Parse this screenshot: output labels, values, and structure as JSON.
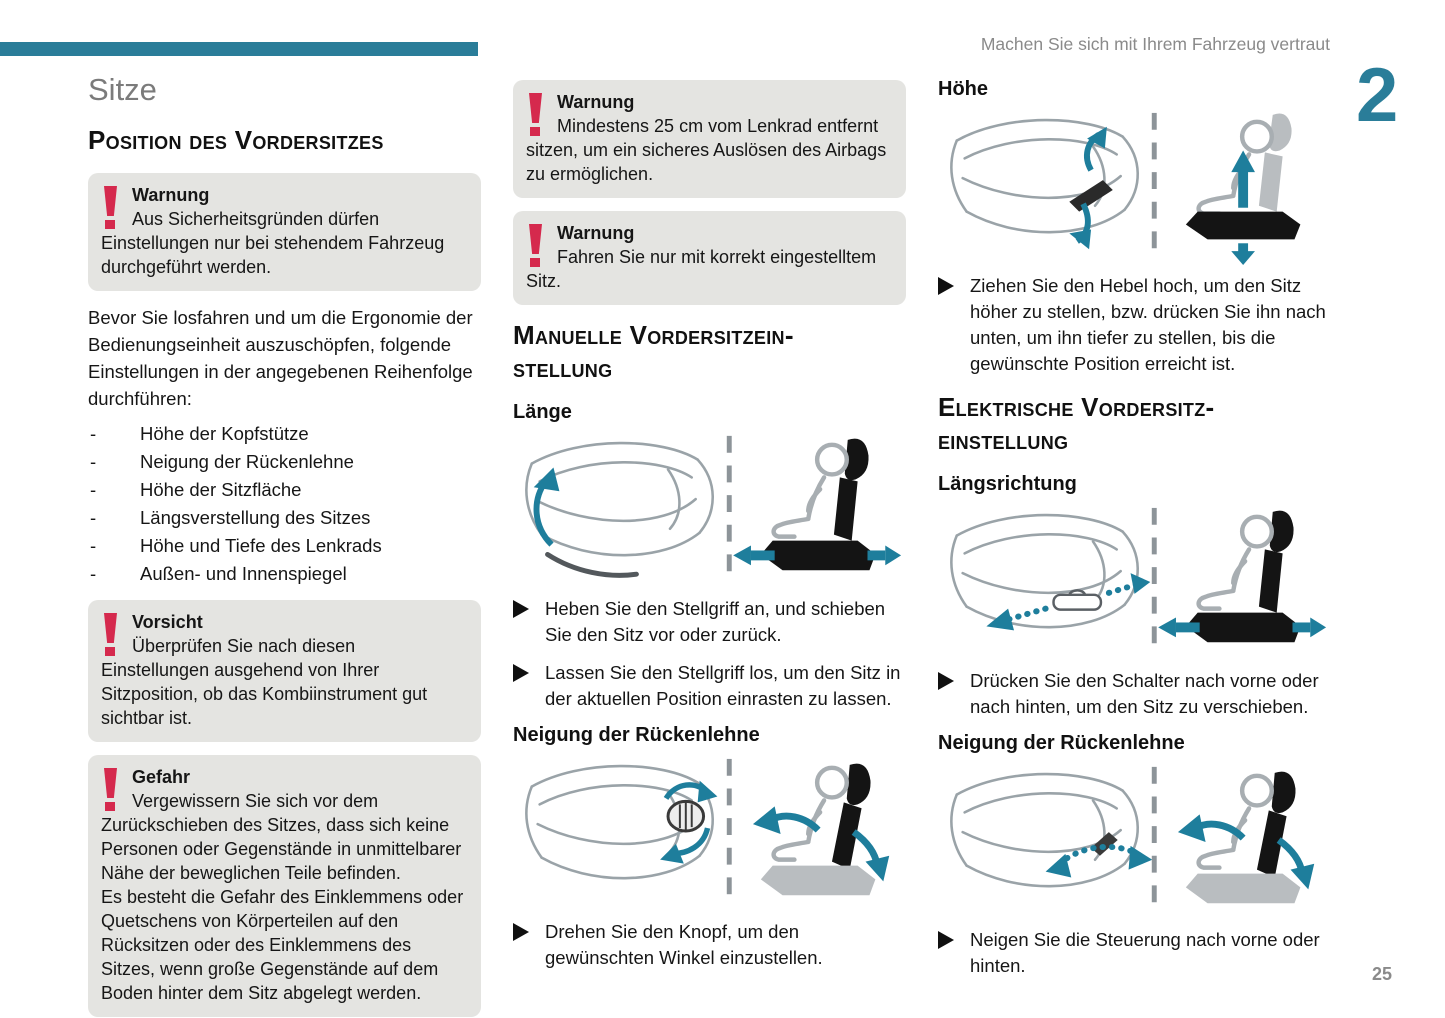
{
  "page": {
    "header_text": "Machen Sie sich mit Ihrem Fahrzeug vertraut",
    "chapter_number": "2",
    "page_number": "25"
  },
  "colors": {
    "accent": "#2a7d99",
    "alert": "#d5294d",
    "arrow_teal": "#1e7e9c",
    "box_bg": "#e4e4e1"
  },
  "left": {
    "title": "Sitze",
    "section_title": "Position des Vordersitzes",
    "warning": {
      "label": "Warnung",
      "text": "Aus Sicherheitsgründen dürfen Einstellungen nur bei stehendem Fahrzeug durchgeführt werden."
    },
    "intro": "Bevor Sie losfahren und um die Ergonomie der Bedienungseinheit auszuschöpfen, folgende Einstellungen in der angegebenen Reihenfolge durchführen:",
    "checklist": [
      "Höhe der Kopfstütze",
      "Neigung der Rückenlehne",
      "Höhe der Sitzfläche",
      "Längsverstellung des Sitzes",
      "Höhe und Tiefe des Lenkrads",
      "Außen- und Innenspiegel"
    ],
    "caution": {
      "label": "Vorsicht",
      "text": "Überprüfen Sie nach diesen Einstellungen ausgehend von Ihrer Sitzposition, ob das Kombiinstrument gut sichtbar ist."
    },
    "danger": {
      "label": "Gefahr",
      "text1": "Vergewissern Sie sich vor dem Zurückschieben des Sitzes, dass sich keine Personen oder Gegenstände in unmittelbarer Nähe der beweglichen Teile befinden.",
      "text2": "Es besteht die Gefahr des Einklemmens oder Quetschens von Körperteilen auf den Rücksitzen oder des Einklemmens des Sitzes, wenn große Gegenstände auf dem Boden hinter dem Sitz abgelegt werden."
    }
  },
  "middle": {
    "warning_airbag": {
      "label": "Warnung",
      "text": "Mindestens 25 cm vom Lenkrad entfernt sitzen, um ein sicheres Auslösen des Airbags zu ermöglichen."
    },
    "warning_seat": {
      "label": "Warnung",
      "text": "Fahren Sie nur mit korrekt eingestelltem Sitz."
    },
    "section_lines": [
      "Manuelle Vordersitzein-",
      "stellung"
    ],
    "length_heading": "Länge",
    "length_steps": [
      "Heben Sie den Stellgriff an, und schieben Sie den Sitz vor oder zurück.",
      "Lassen Sie den Stellgriff los, um den Sitz in der aktuellen Position einrasten zu lassen."
    ],
    "recline_heading": "Neigung der Rückenlehne",
    "recline_steps": [
      "Drehen Sie den Knopf, um den gewünschten Winkel einzustellen."
    ]
  },
  "right": {
    "height_heading": "Höhe",
    "height_steps": [
      "Ziehen Sie den Hebel hoch, um den Sitz höher zu stellen, bzw. drücken Sie ihn nach unten, um ihn tiefer zu stellen, bis die gewünschte Position erreicht ist."
    ],
    "section_lines": [
      "Elektrische Vordersitz-",
      "einstellung"
    ],
    "longitudinal_heading": "Längsrichtung",
    "longitudinal_steps": [
      "Drücken Sie den Schalter nach vorne oder nach hinten, um den Sitz zu verschieben."
    ],
    "recline_heading": "Neigung der Rückenlehne",
    "recline_steps": [
      "Neigen Sie die Steuerung nach vorne oder hinten."
    ]
  }
}
